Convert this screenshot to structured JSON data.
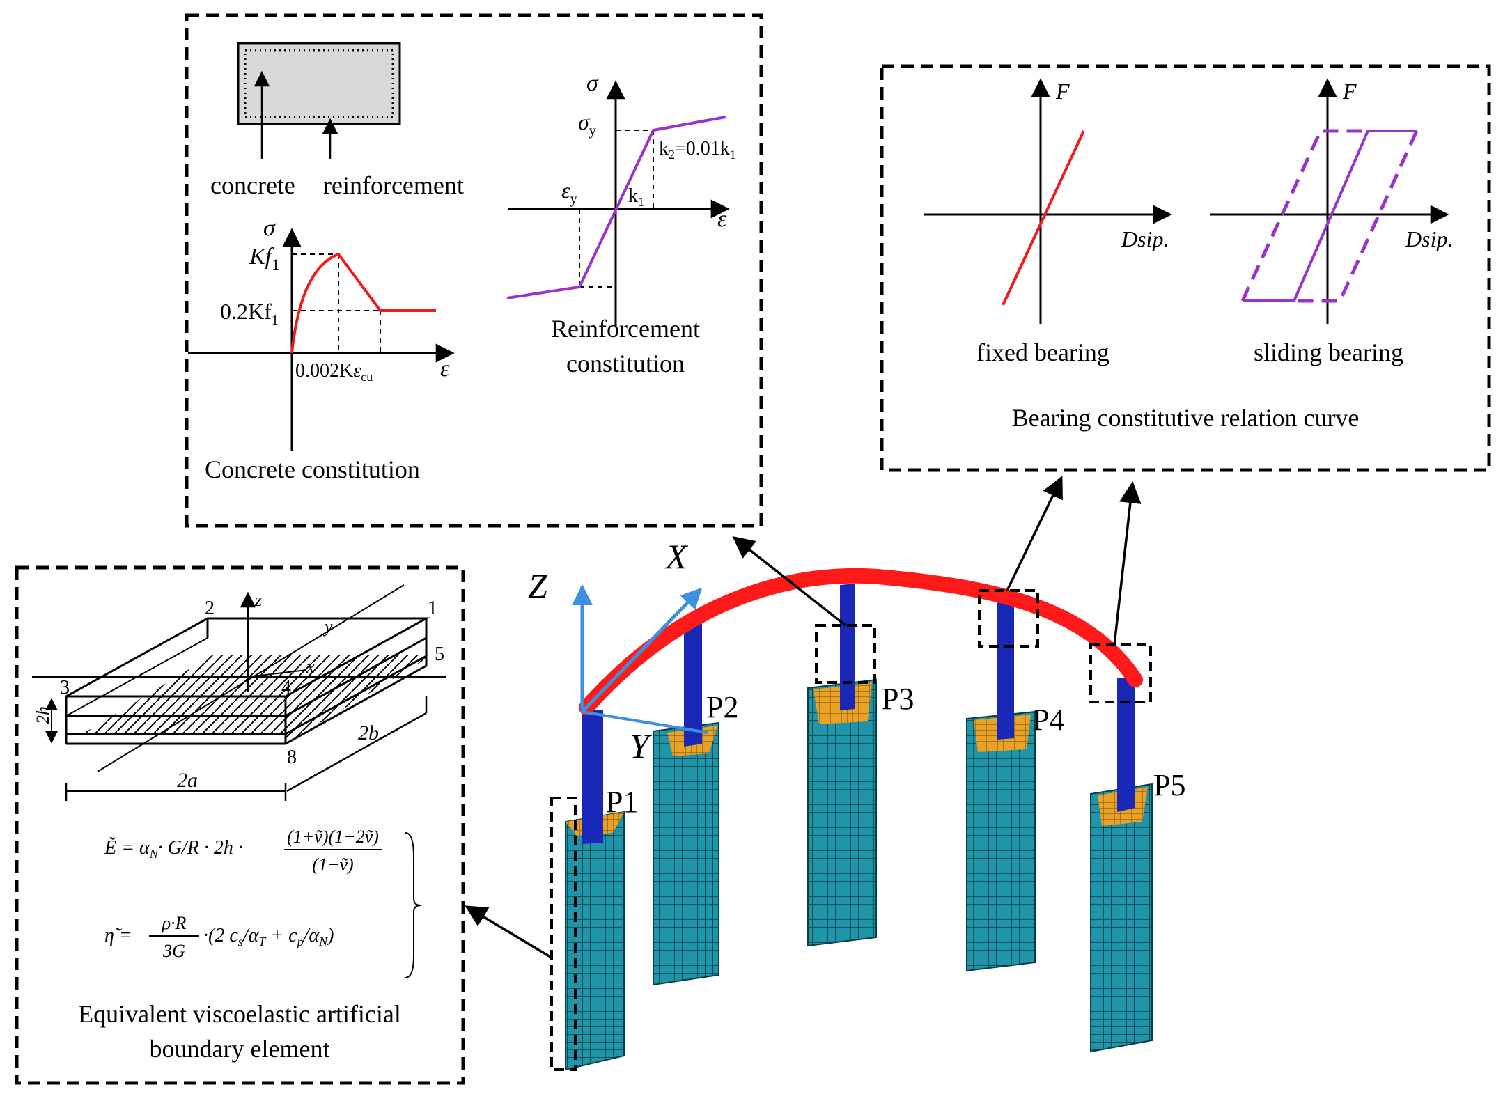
{
  "concrete_panel": {
    "label_concrete": "concrete",
    "label_reinforcement": "reinforcement",
    "sigma": "σ",
    "epsilon": "ε",
    "peak_label": "Kf",
    "peak_sub": "1",
    "residual_label": "0.2Kf",
    "residual_sub": "1",
    "strain_peak": "0.002K",
    "strain_ult": "ε",
    "strain_ult_sub": "cu",
    "caption": "Concrete constitution"
  },
  "reinforcement_panel": {
    "sigma": "σ",
    "sigma_y": "σ",
    "sigma_y_sub": "y",
    "epsilon": "ε",
    "epsilon_y": "ε",
    "epsilon_y_sub": "y",
    "k1": "k",
    "k1_sub": "1",
    "k2": "k",
    "k2_sub": "2",
    "k2_rest": "=0.01k",
    "k2_rest_sub": "1",
    "caption_line1": "Reinforcement",
    "caption_line2": "constitution"
  },
  "bearing_panel": {
    "F": "F",
    "Dsip": "Dsip.",
    "fixed_label": "fixed bearing",
    "sliding_label": "sliding bearing",
    "caption": "Bearing constitutive relation curve"
  },
  "boundary_panel": {
    "node_1": "1",
    "node_2": "2",
    "node_3": "3",
    "node_4": "4",
    "node_5": "5",
    "node_8": "8",
    "z": "z",
    "y": "y",
    "x": "x",
    "dim_2h": "2h",
    "dim_2a": "2a",
    "dim_2b": "2b",
    "eq1_lhs": "Ẽ = α",
    "eq1_sub": "N",
    "eq1_mid": "· G/R · 2h ·",
    "eq1_num": "(1+ṽ)(1−2ṽ)",
    "eq1_den": "(1−ṽ)",
    "eq2_lhs": "η̃ =",
    "eq2_num": "ρ·R",
    "eq2_den": "3G",
    "eq2_rest": "·(2 c",
    "eq2_c1_sub": "s",
    "eq2_a1": "α",
    "eq2_a1_sub": "T",
    "eq2_plus": "+ c",
    "eq2_c2_sub": "p",
    "eq2_a2": "α",
    "eq2_a2_sub": "N",
    "caption_line1": "Equivalent viscoelastic artificial",
    "caption_line2": "boundary element"
  },
  "model": {
    "axis_x": "X",
    "axis_y": "Y",
    "axis_z": "Z",
    "piers": [
      "P1",
      "P2",
      "P3",
      "P4",
      "P5"
    ]
  },
  "colors": {
    "concrete_curve": "#ee1c1c",
    "steel_curve": "#9933cc",
    "deck": "#ff1a1a",
    "pier": "#1a28b8",
    "pile": "#1a8fa0",
    "pile_cap": "#e6a020",
    "axes": "#3d8fe0"
  }
}
